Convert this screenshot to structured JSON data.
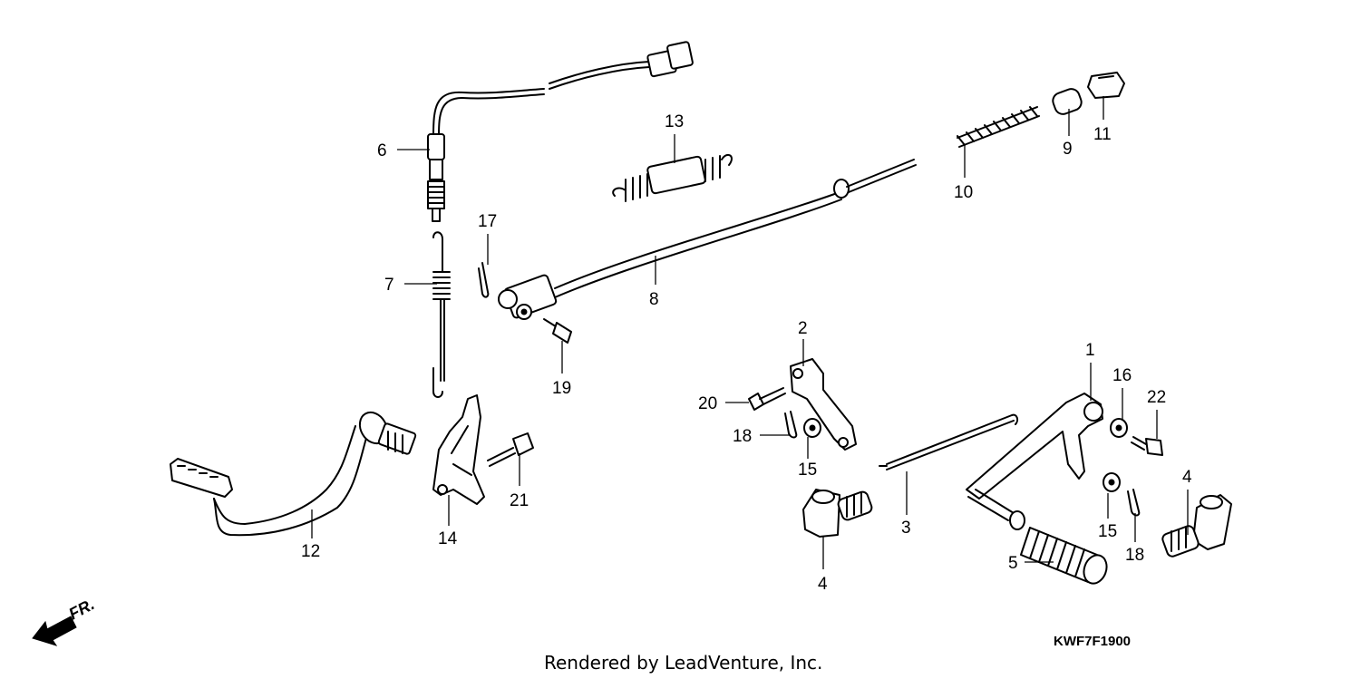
{
  "diagram": {
    "callouts": {
      "c1": "1",
      "c2": "2",
      "c3": "3",
      "c4a": "4",
      "c4b": "4",
      "c5": "5",
      "c6": "6",
      "c7": "7",
      "c8": "8",
      "c9": "9",
      "c10": "10",
      "c11": "11",
      "c12": "12",
      "c13": "13",
      "c14": "14",
      "c15a": "15",
      "c15b": "15",
      "c16": "16",
      "c17": "17",
      "c18a": "18",
      "c18b": "18",
      "c19": "19",
      "c20": "20",
      "c21": "21",
      "c22": "22"
    },
    "diagram_code": "KWF7F1900",
    "credit": "Rendered by LeadVenture, Inc.",
    "front_indicator": "FR."
  }
}
